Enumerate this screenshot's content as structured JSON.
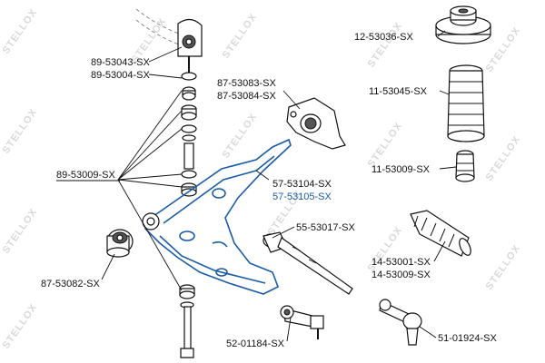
{
  "watermark": "STELLOX",
  "colors": {
    "text": "#111111",
    "highlight": "#1a5ba8",
    "watermark": "#d9d9d9"
  },
  "labels": {
    "p89_53043": "89-53043-SX",
    "p89_53004": "89-53004-SX",
    "p87_53083": "87-53083-SX",
    "p87_53084": "87-53084-SX",
    "p89_53009": "89-53009-SX",
    "p57_53104": "57-53104-SX",
    "p57_53105": "57-53105-SX",
    "p55_53017": "55-53017-SX",
    "p87_53082": "87-53082-SX",
    "p52_01184": "52-01184-SX",
    "p12_53036": "12-53036-SX",
    "p11_53045": "11-53045-SX",
    "p11_53009": "11-53009-SX",
    "p14_53001": "14-53001-SX",
    "p14_53009": "14-53009-SX",
    "p51_01924": "51-01924-SX"
  }
}
